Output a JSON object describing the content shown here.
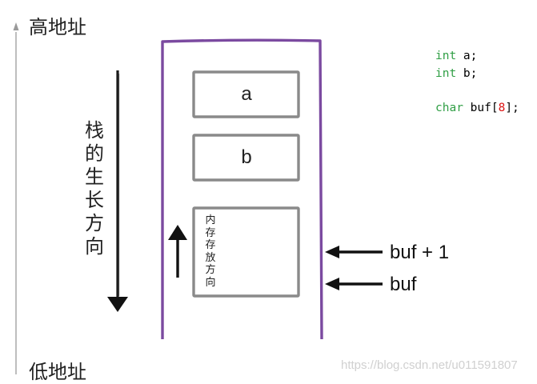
{
  "addresses": {
    "high": "高地址",
    "low": "低地址"
  },
  "stack_growth_label": "栈的生长方向",
  "memory_direction_label": "内存存放方向",
  "boxes": [
    {
      "label": "a"
    },
    {
      "label": "b"
    },
    {
      "label": ""
    }
  ],
  "pointers": {
    "buf_plus_one": "buf + 1",
    "buf": "buf"
  },
  "code": {
    "line1": {
      "keyword": "int",
      "rest": " a;"
    },
    "line2": {
      "keyword": "int",
      "rest": " b;"
    },
    "line3": {
      "keyword": "char",
      "mid": " buf[",
      "number": "8",
      "tail": "];"
    }
  },
  "watermark": "https://blog.csdn.net/u011591807",
  "colors": {
    "stack_outline": "#7b4aa0",
    "box_stroke": "#8a8a8a",
    "keyword": "#2f9e44",
    "number": "#d11111"
  }
}
